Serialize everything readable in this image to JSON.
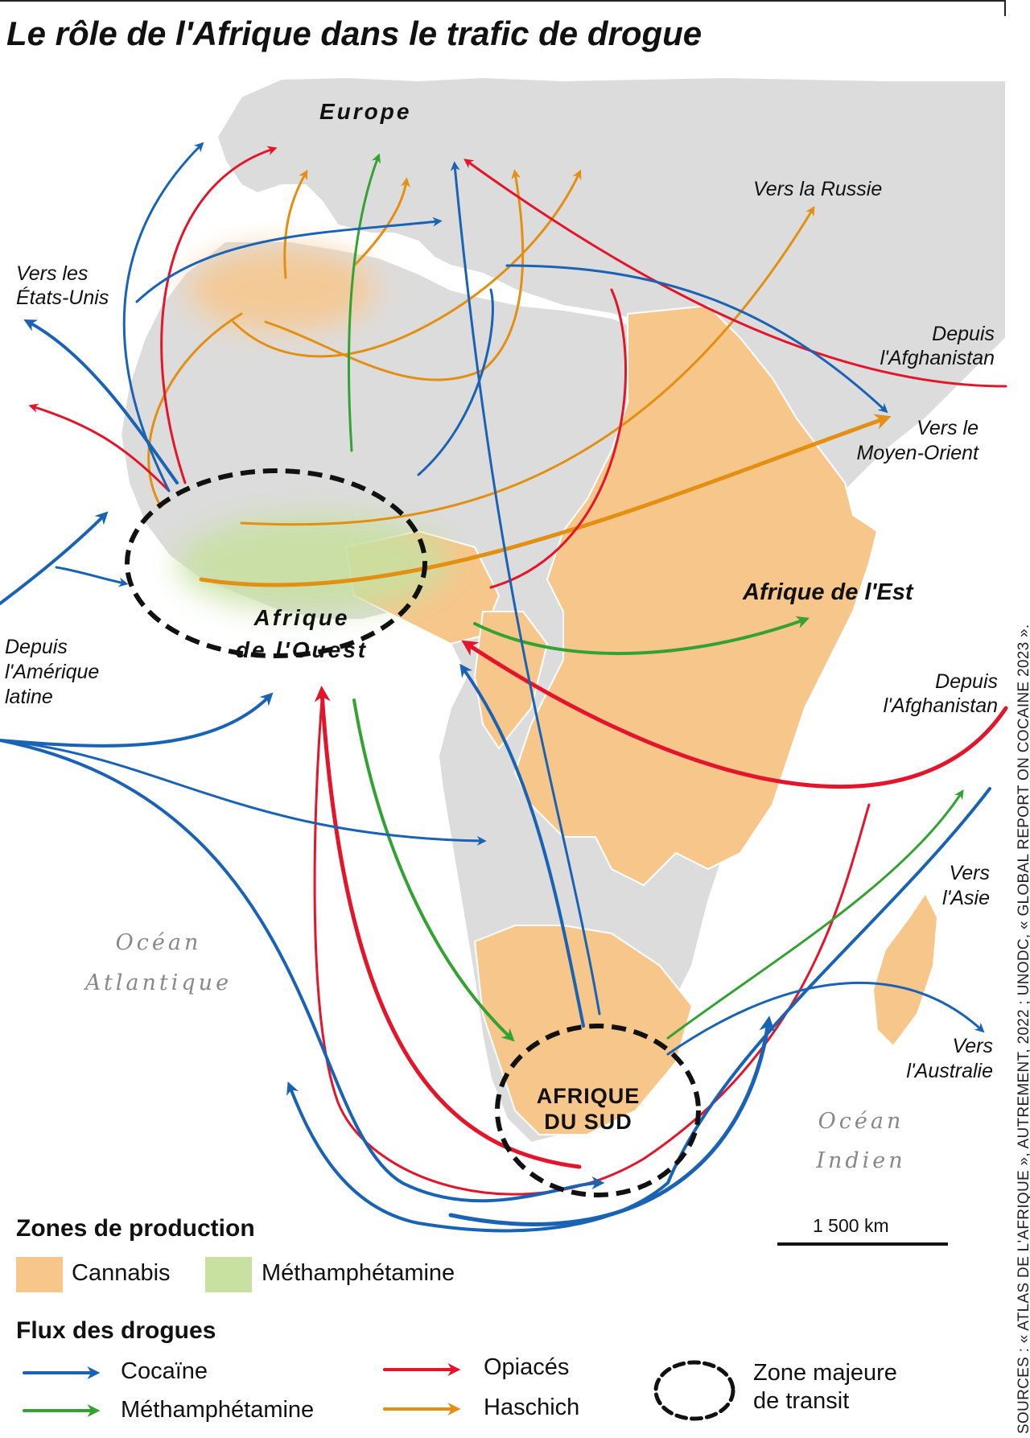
{
  "title": "Le rôle de l'Afrique dans le trafic de drogue",
  "colors": {
    "land": "#dcdcdc",
    "border": "#ffffff",
    "cannabis": "#f7c68b",
    "methamphetamine_zone": "#c8e0a0",
    "cocaine": "#1a63b4",
    "methamphetamine": "#34a233",
    "opiates": "#e3152b",
    "hashish": "#e28f12",
    "transit": "#111111"
  },
  "map_labels": {
    "europe": "Europe",
    "vers_les_etats_unis_1": "Vers les",
    "vers_les_etats_unis_2": "États-Unis",
    "vers_la_russie": "Vers la Russie",
    "depuis_afghanistan_north_1": "Depuis",
    "depuis_afghanistan_north_2": "l'Afghanistan",
    "vers_moyen_orient_1": "Vers le",
    "vers_moyen_orient_2": "Moyen-Orient",
    "afrique_est": "Afrique de l'Est",
    "afrique_ouest_1": "Afrique",
    "afrique_ouest_2": "de l'Ouest",
    "depuis_amerique_latine_1": "Depuis",
    "depuis_amerique_latine_2": "l'Amérique",
    "depuis_amerique_latine_3": "latine",
    "depuis_afghanistan_east_1": "Depuis",
    "depuis_afghanistan_east_2": "l'Afghanistan",
    "vers_asie_1": "Vers",
    "vers_asie_2": "l'Asie",
    "ocean_atlantique_1": "Océan",
    "ocean_atlantique_2": "Atlantique",
    "ocean_indien_1": "Océan",
    "ocean_indien_2": "Indien",
    "vers_australie_1": "Vers",
    "vers_australie_2": "l'Australie",
    "afrique_du_sud_1": "AFRIQUE",
    "afrique_du_sud_2": "DU SUD"
  },
  "scale_label": "1 500 km",
  "sources": "SOURCES : « ATLAS DE L'AFRIQUE », AUTREMENT, 2022 ; UNODC, « GLOBAL REPORT ON COCAINE 2023 ».",
  "legend": {
    "production_title": "Zones de production",
    "cannabis": "Cannabis",
    "methamphetamine_zone": "Méthamphétamine",
    "flows_title": "Flux des drogues",
    "cocaine": "Cocaïne",
    "methamphetamine_flow": "Méthamphétamine",
    "opiates": "Opiacés",
    "hashish": "Haschich",
    "transit": "Zone majeure",
    "transit_2": "de transit"
  }
}
